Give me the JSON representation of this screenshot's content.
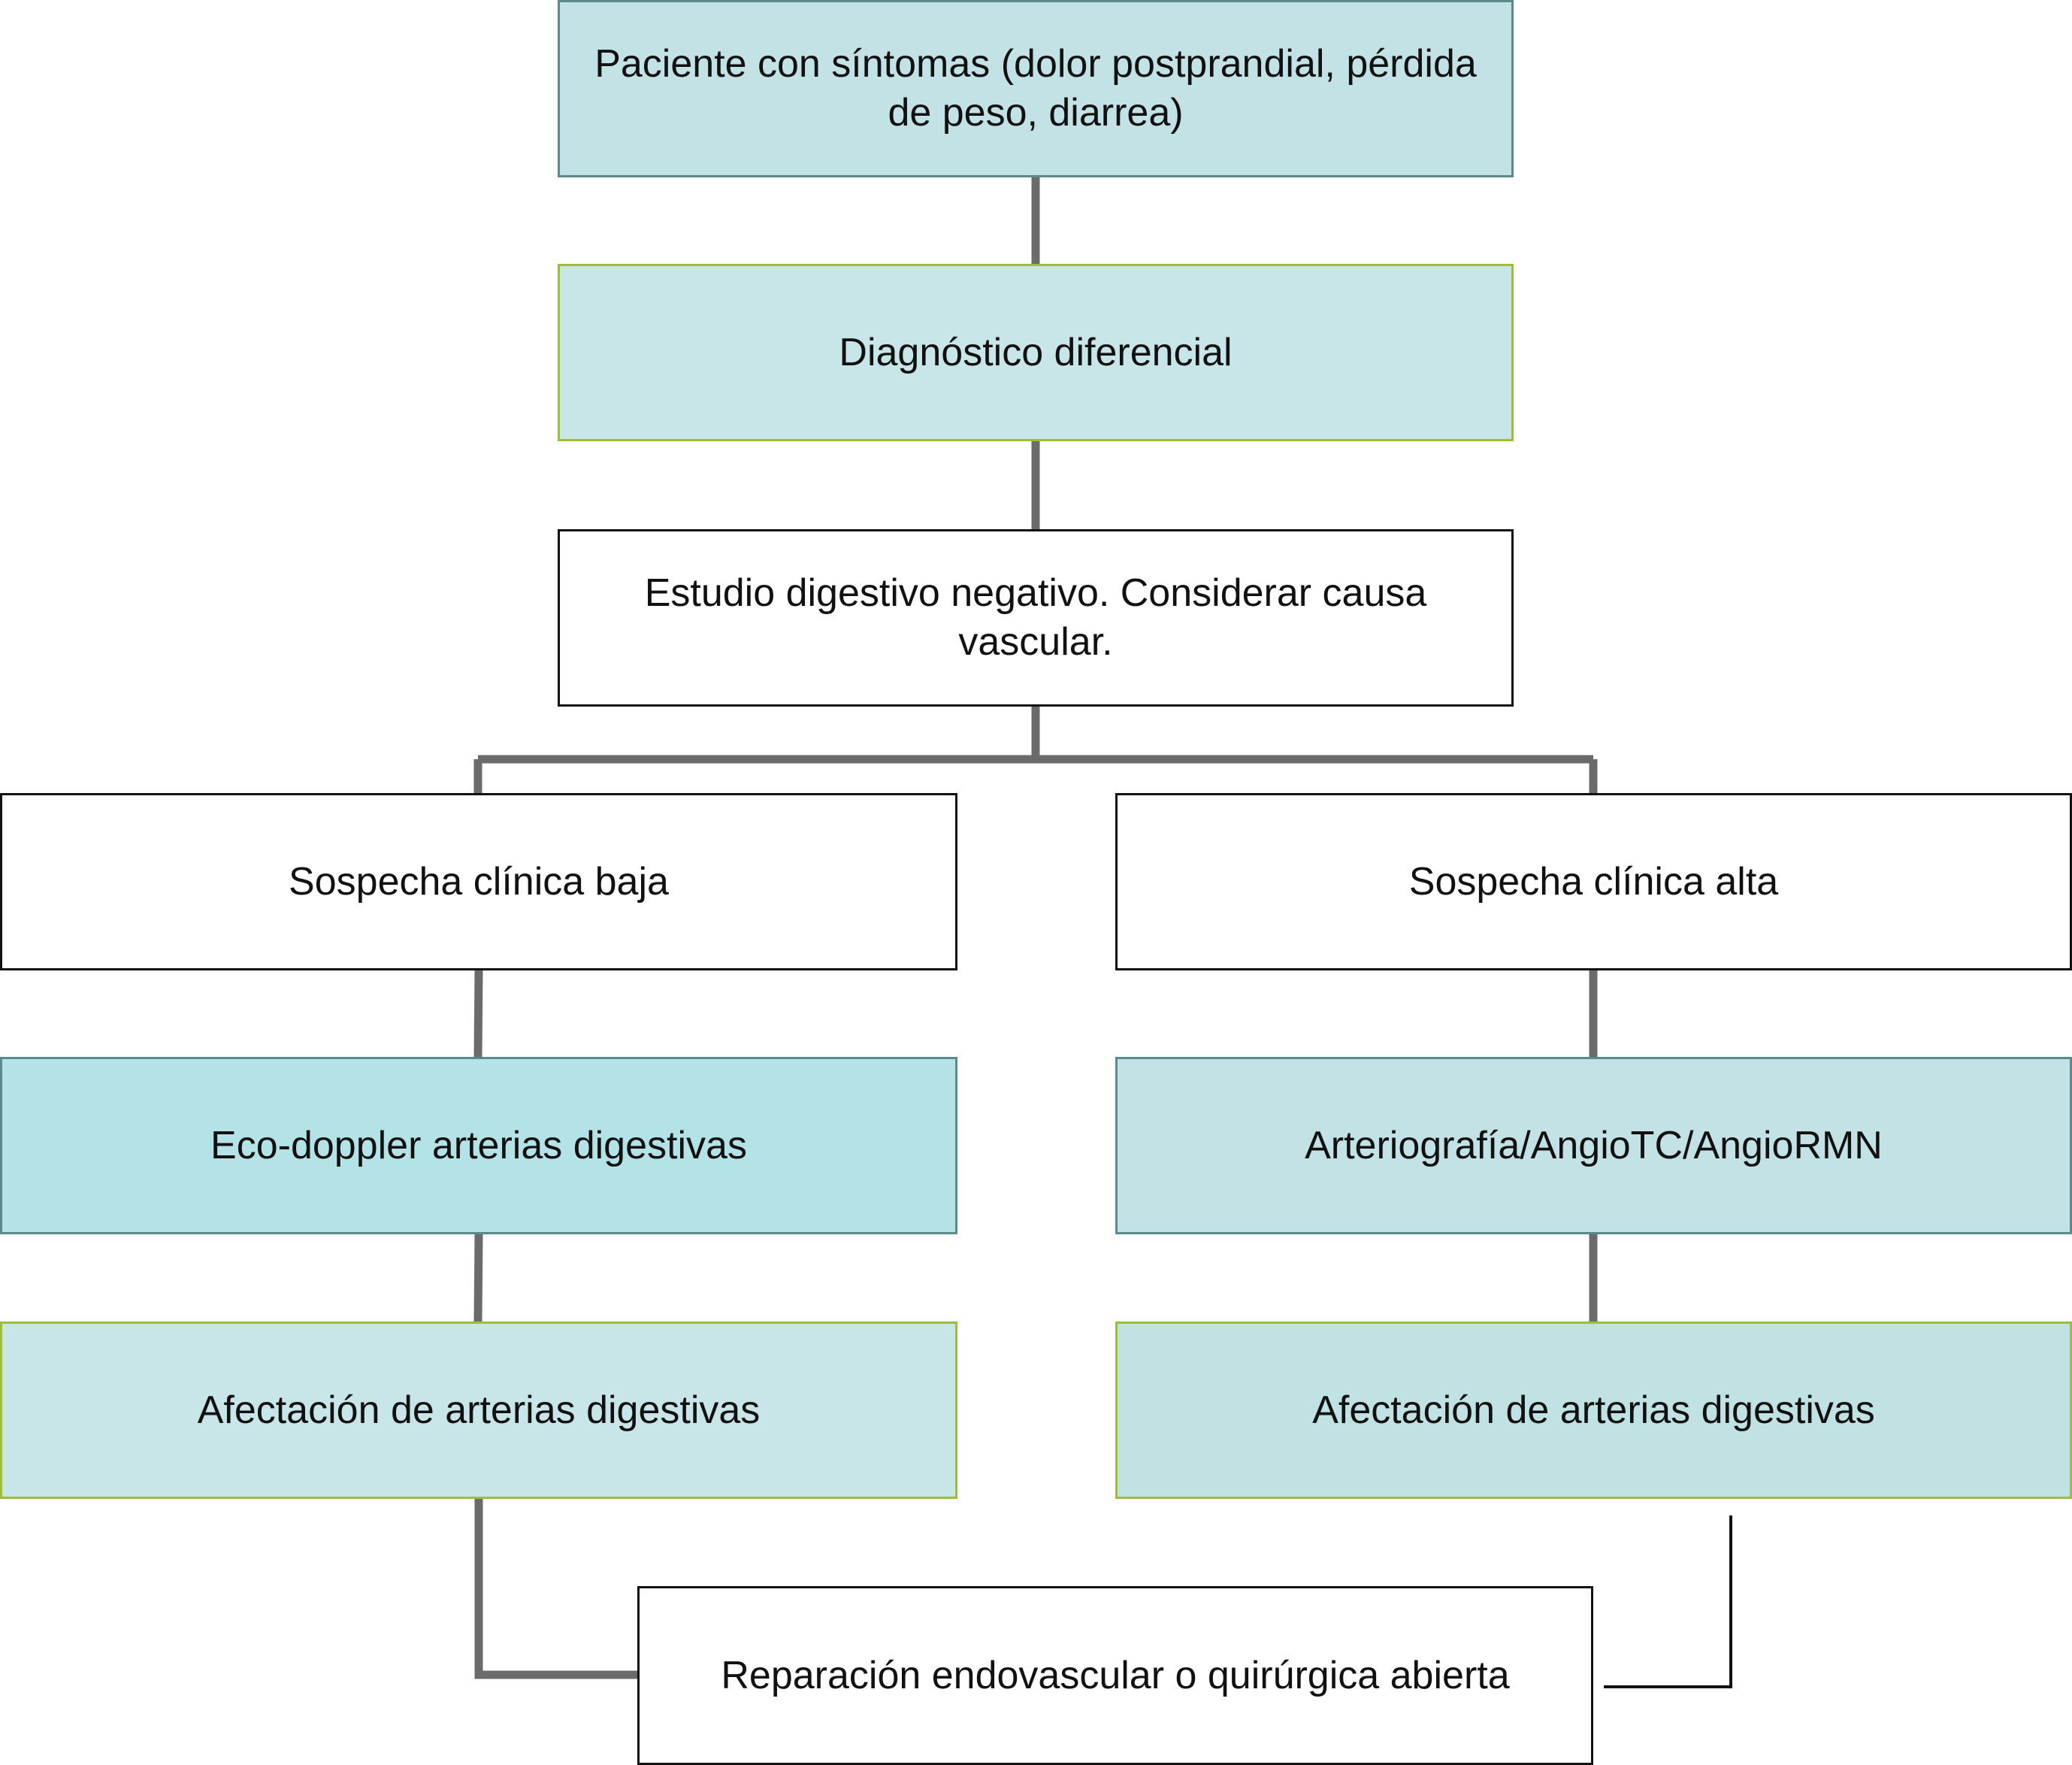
{
  "nodes": [
    {
      "id": "n1",
      "text": "Paciente con síntomas (dolor postprandial, pérdida de peso, diarrea)"
    },
    {
      "id": "n2",
      "text": "Diagnóstico diferencial"
    },
    {
      "id": "n3",
      "text": "Estudio digestivo negativo. Considerar causa vascular."
    },
    {
      "id": "n4",
      "text": "Sospecha clínica baja"
    },
    {
      "id": "n5",
      "text": "Sospecha clínica alta"
    },
    {
      "id": "n6",
      "text": "Eco-doppler arterias digestivas"
    },
    {
      "id": "n7",
      "text": "Arteriografía/AngioTC/AngioRMN"
    },
    {
      "id": "n8",
      "text": "Afectación de arterias digestivas"
    },
    {
      "id": "n9",
      "text": "Afectación de arterias digestivas"
    },
    {
      "id": "n10",
      "text": "Reparación endovascular o quirúrgica abierta"
    }
  ],
  "edges": [
    {
      "from": "n1",
      "to": "n2"
    },
    {
      "from": "n2",
      "to": "n3"
    },
    {
      "from": "n3",
      "to": "n4"
    },
    {
      "from": "n3",
      "to": "n5"
    },
    {
      "from": "n4",
      "to": "n6"
    },
    {
      "from": "n5",
      "to": "n7"
    },
    {
      "from": "n6",
      "to": "n8"
    },
    {
      "from": "n7",
      "to": "n9"
    },
    {
      "from": "n8",
      "to": "n10"
    },
    {
      "from": "n9",
      "to": "n10"
    }
  ],
  "colors": {
    "connector": "#6b6b6b",
    "connector_thin": "#111111"
  }
}
